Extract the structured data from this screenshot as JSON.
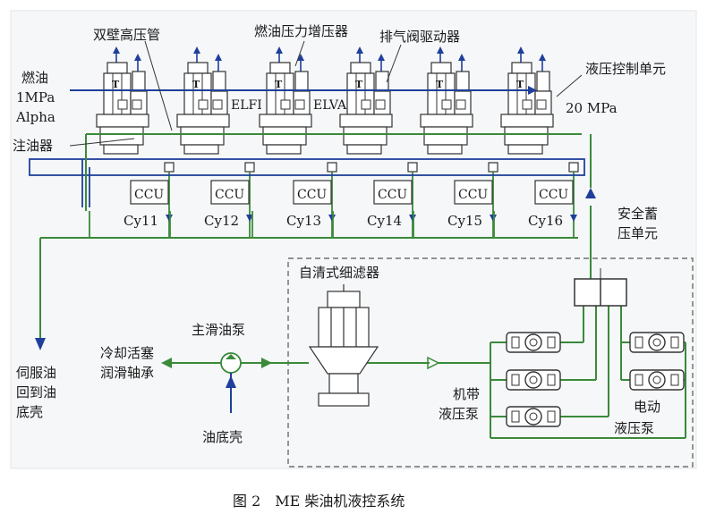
{
  "labels": {
    "double_wall_pipe": "双壁高压管",
    "fuel_booster": "燃油压力增压器",
    "exhaust_actuator": "排气阀驱动器",
    "hcu": "液压控制单元",
    "fuel_line1": "燃油",
    "fuel_line2": "1MPa",
    "fuel_line3": "Alpha",
    "lubricator": "注油器",
    "elfi": "ELFI",
    "elva": "ELVA",
    "pressure_20": "20 MPa",
    "accumulator1": "安全蓄",
    "accumulator2": "压单元",
    "self_clean_filter": "自清式细滤器",
    "main_pump": "主滑油泵",
    "cooling1": "冷却活塞",
    "cooling2": "润滑轴承",
    "servo1": "伺服油",
    "servo2": "回到油",
    "servo3": "底壳",
    "sump": "油底壳",
    "engine_pump1": "机带",
    "engine_pump2": "液压泵",
    "electric_pump1": "电动",
    "electric_pump2": "液压泵"
  },
  "ccu_label": "CCU",
  "cylinders": [
    "Cy11",
    "Cy12",
    "Cy13",
    "Cy14",
    "Cy15",
    "Cy16"
  ],
  "caption": "图 2　ME 柴油机液控系统",
  "colors": {
    "oil_green": "#3a8a3a",
    "fuel_blue": "#1f3f9a",
    "frame_bg": "#f4f6f8",
    "line_dark": "#333333"
  }
}
